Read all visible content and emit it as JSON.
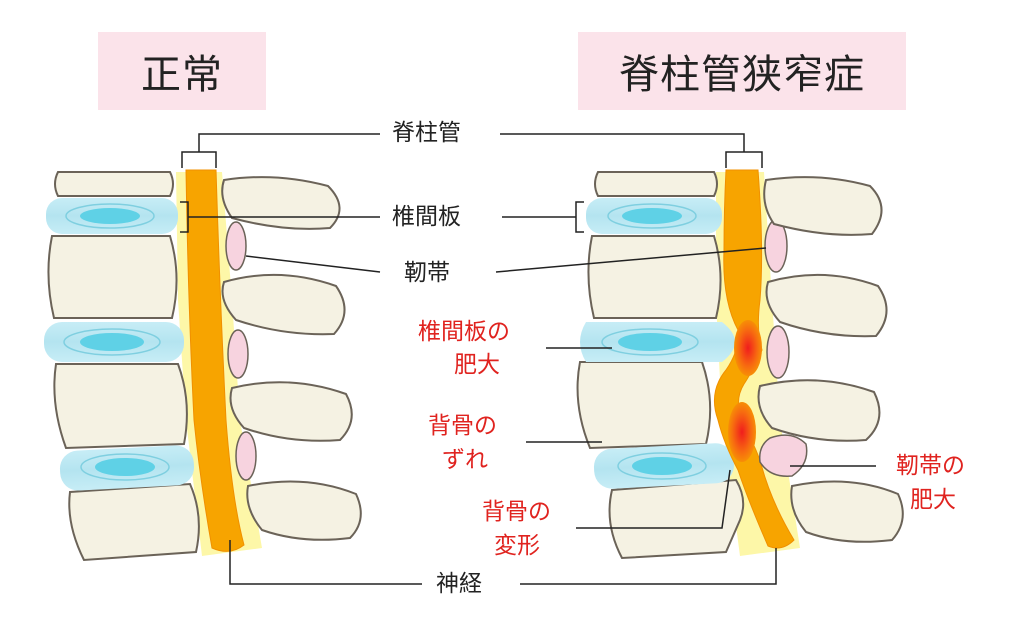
{
  "titles": {
    "normal": "正常",
    "stenosis": "脊柱管狭窄症"
  },
  "labels": {
    "spinal_canal": "脊柱管",
    "disc": "椎間板",
    "ligament": "靭帯",
    "nerve": "神経"
  },
  "annotations": {
    "disc_hypertrophy_1": "椎間板の",
    "disc_hypertrophy_2": "肥大",
    "vertebra_slip_1": "背骨の",
    "vertebra_slip_2": "ずれ",
    "vertebra_deform_1": "背骨の",
    "vertebra_deform_2": "変形",
    "ligament_hypertrophy_1": "靭帯の",
    "ligament_hypertrophy_2": "肥大"
  },
  "colors": {
    "title_bg": "#fbe3ea",
    "bone": "#f5f2e3",
    "bone_outline": "#6b6358",
    "disc": "#bfe9f3",
    "disc_core": "#5fd1e6",
    "canal": "#fdf7a8",
    "nerve": "#f7a400",
    "ligament": "#f7d3df",
    "annotation": "#e0231f"
  }
}
